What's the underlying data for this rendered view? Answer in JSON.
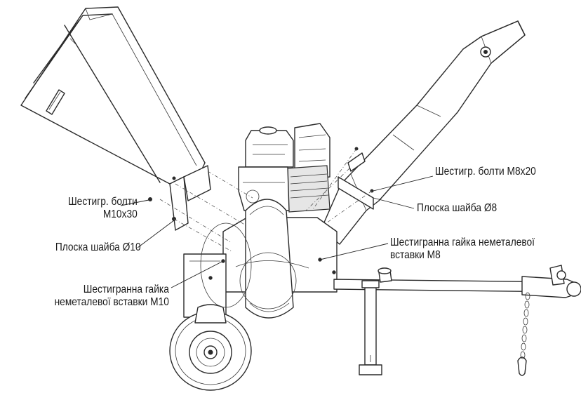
{
  "labels": {
    "bolt_m10_line1": "Шестигр. болти",
    "bolt_m10_line2": "M10x30",
    "washer_10": "Плоска шайба Ø10",
    "nut_m10_line1": "Шестигранна гайка",
    "nut_m10_line2": "неметалевої вставки M10",
    "bolt_m8": "Шестигр. болти M8x20",
    "washer_8": "Плоска шайба Ø8",
    "nut_m8_line1": "Шестигранна гайка неметалевої",
    "nut_m8_line2": "вставки M8"
  }
}
